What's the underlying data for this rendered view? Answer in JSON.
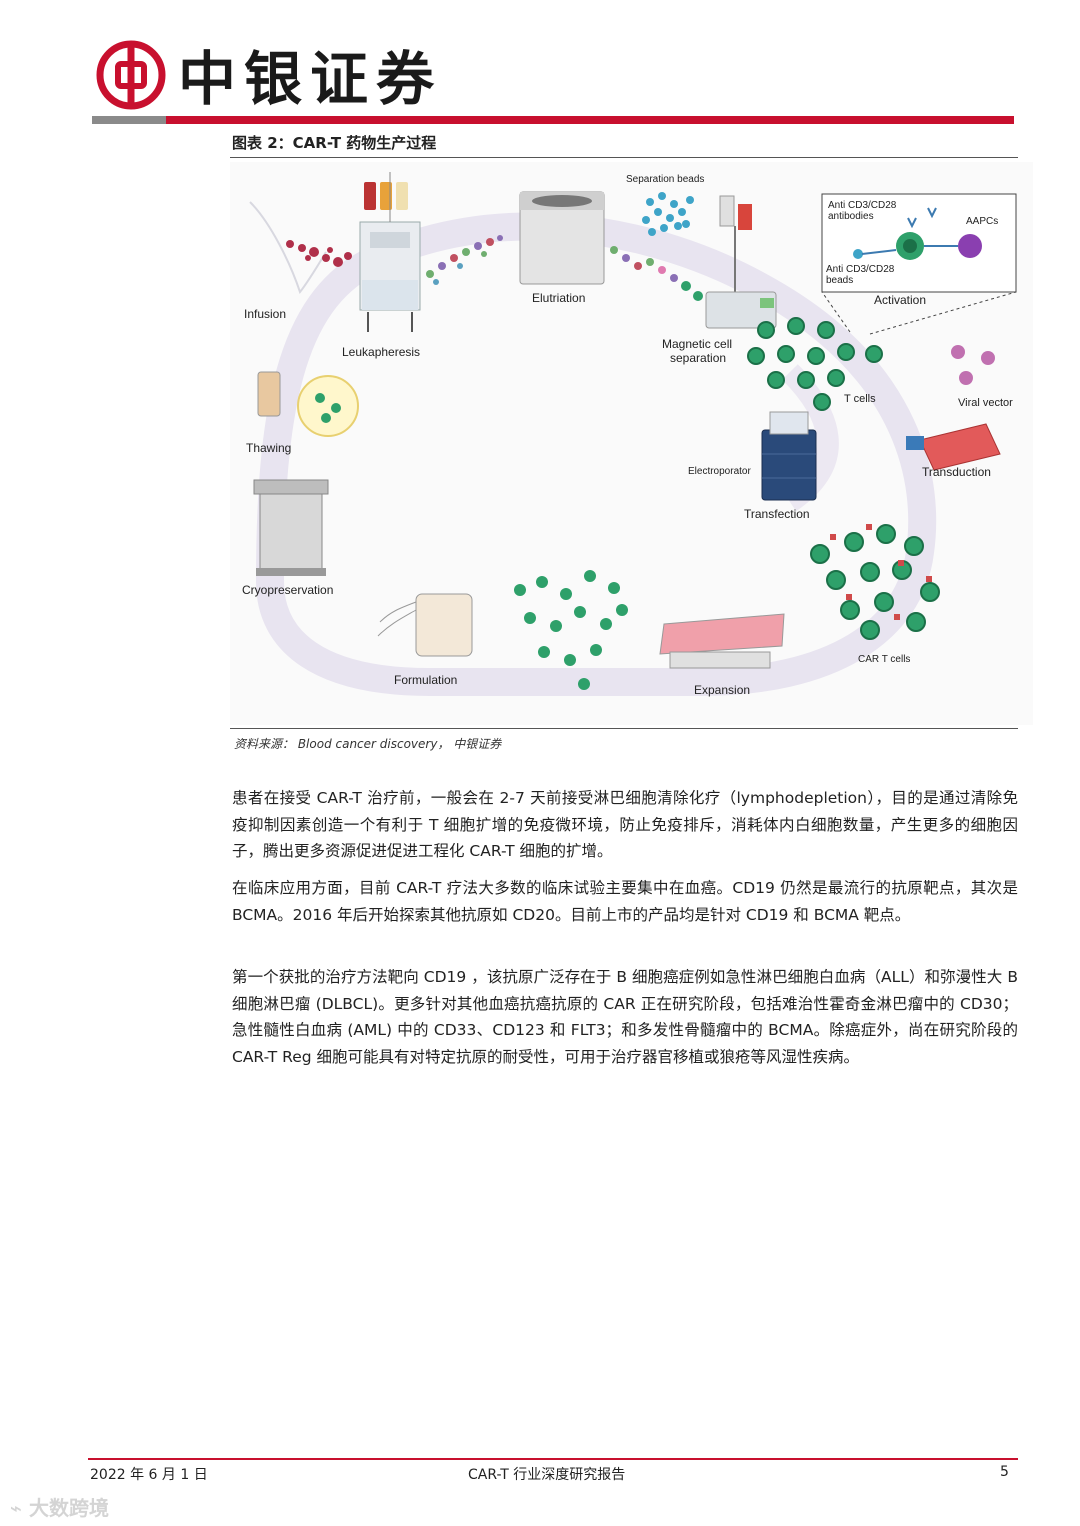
{
  "header": {
    "brand": "中银证券",
    "brand_colors": {
      "red": "#c8102e",
      "grey": "#8a8a8a"
    }
  },
  "figure": {
    "title": "图表 2：CAR-T 药物生产过程",
    "labels": {
      "separation_beads": "Separation beads",
      "anti_antibodies": "Anti CD3/CD28",
      "antibodies": "antibodies",
      "aapcs": "AAPCs",
      "anti_beads": "Anti CD3/CD28",
      "beads": "beads",
      "activation": "Activation",
      "infusion": "Infusion",
      "leukapheresis": "Leukapheresis",
      "elutriation": "Elutriation",
      "magnetic1": "Magnetic cell",
      "magnetic2": "separation",
      "t_cells": "T cells",
      "viral_vector": "Viral vector",
      "transduction": "Transduction",
      "thawing": "Thawing",
      "electroporator": "Electroporator",
      "transfection": "Transfection",
      "cryopreservation": "Cryopreservation",
      "car_t_cells": "CAR T cells",
      "formulation": "Formulation",
      "expansion": "Expansion"
    },
    "source": "资料来源： Blood cancer discovery， 中银证券"
  },
  "body": {
    "p1": "患者在接受 CAR-T 治疗前，一般会在 2-7 天前接受淋巴细胞清除化疗（lymphodepletion），目的是通过清除免疫抑制因素创造一个有利于 T 细胞扩增的免疫微环境，防止免疫排斥，消耗体内白细胞数量，产生更多的细胞因子，腾出更多资源促进促进工程化 CAR-T 细胞的扩增。",
    "p2": "在临床应用方面，目前 CAR-T 疗法大多数的临床试验主要集中在血癌。CD19 仍然是最流行的抗原靶点，其次是 BCMA。2016 年后开始探索其他抗原如 CD20。目前上市的产品均是针对 CD19 和 BCMA 靶点。",
    "p3": "第一个获批的治疗方法靶向 CD19 ，该抗原广泛存在于 B 细胞癌症例如急性淋巴细胞白血病（ALL）和弥漫性大 B 细胞淋巴瘤 (DLBCL)。更多针对其他血癌抗癌抗原的 CAR 正在研究阶段，包括难治性霍奇金淋巴瘤中的 CD30；急性髓性白血病 (AML) 中的 CD33、CD123 和 FLT3；和多发性骨髓瘤中的 BCMA。除癌症外，尚在研究阶段的 CAR-T Reg 细胞可能具有对特定抗原的耐受性，可用于治疗器官移植或狼疮等风湿性疾病。"
  },
  "footer": {
    "date": "2022 年 6 月 1 日",
    "report": "CAR-T 行业深度研究报告",
    "page": "5"
  },
  "watermark": "大数跨境"
}
